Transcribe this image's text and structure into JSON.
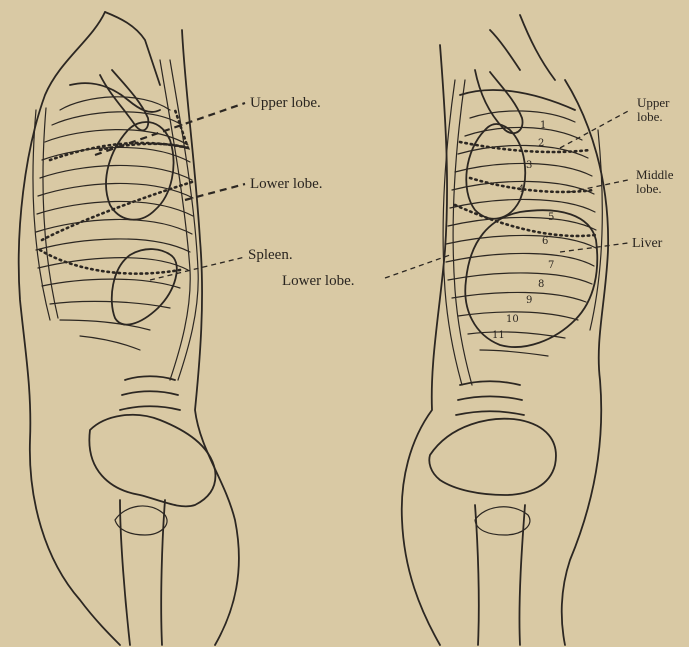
{
  "left_figure": {
    "labels": {
      "upper_lobe": "Upper lobe.",
      "lower_lobe": "Lower lobe.",
      "spleen": "Spleen."
    }
  },
  "right_figure": {
    "labels": {
      "upper_lobe": "Upper\nlobe.",
      "middle_lobe": "Middle\nlobe.",
      "liver": "Liver",
      "lower_lobe": "Lower lobe."
    },
    "rib_numbers": [
      "1",
      "2",
      "3",
      "4",
      "5",
      "6",
      "7",
      "8",
      "9",
      "10",
      "11"
    ]
  },
  "colors": {
    "paper": "#d9c9a4",
    "ink": "#2c2722"
  }
}
